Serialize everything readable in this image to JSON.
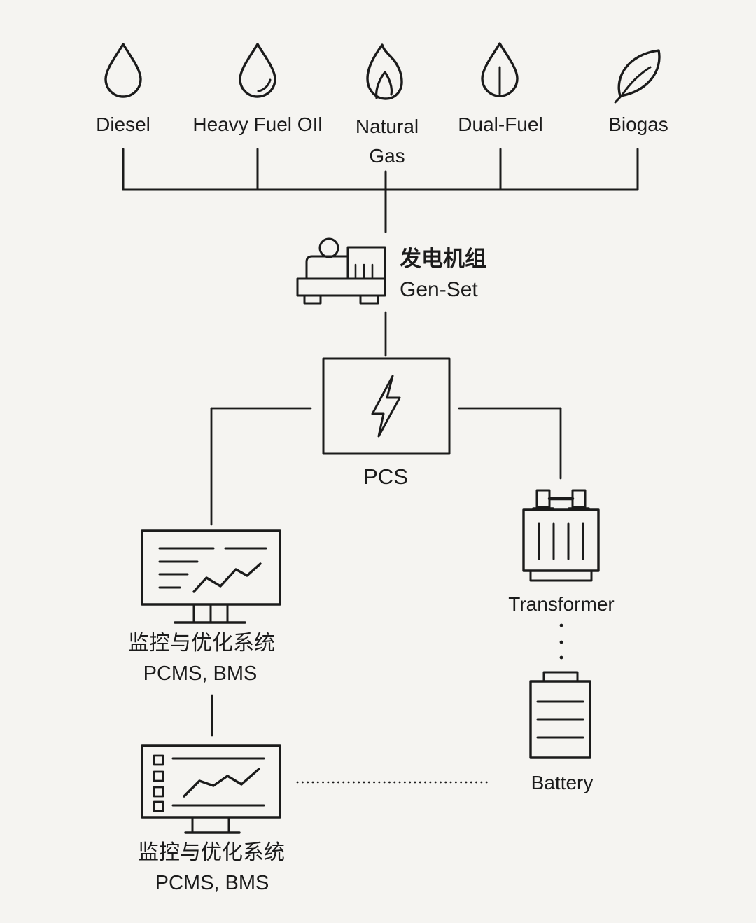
{
  "colors": {
    "background": "#f5f4f1",
    "line": "#1b1b1b",
    "text": "#1b1b1b"
  },
  "fuels": [
    {
      "label": "Diesel",
      "icon": "diesel-droplet-icon"
    },
    {
      "label": "Heavy Fuel OIl",
      "icon": "heavy-fuel-oil-droplet-icon"
    },
    {
      "label": "Natural Gas",
      "icon": "natural-gas-flame-icon"
    },
    {
      "label": "Dual-Fuel",
      "icon": "dual-fuel-droplet-icon"
    },
    {
      "label": "Biogas",
      "icon": "biogas-leaf-icon"
    }
  ],
  "genset": {
    "label_zh": "发电机组",
    "label_en": "Gen-Set",
    "icon": "generator-icon"
  },
  "pcs": {
    "label": "PCS",
    "icon": "lightning-bolt-icon"
  },
  "monitoring_upper": {
    "label_zh": "监控与优化系统",
    "label_en": "PCMS, BMS",
    "icon": "monitor-chart-icon"
  },
  "monitoring_lower": {
    "label_zh": "监控与优化系统",
    "label_en": "PCMS, BMS",
    "icon": "monitor-checklist-chart-icon"
  },
  "transformer": {
    "label": "Transformer",
    "icon": "transformer-icon"
  },
  "battery": {
    "label": "Battery",
    "icon": "battery-icon"
  }
}
